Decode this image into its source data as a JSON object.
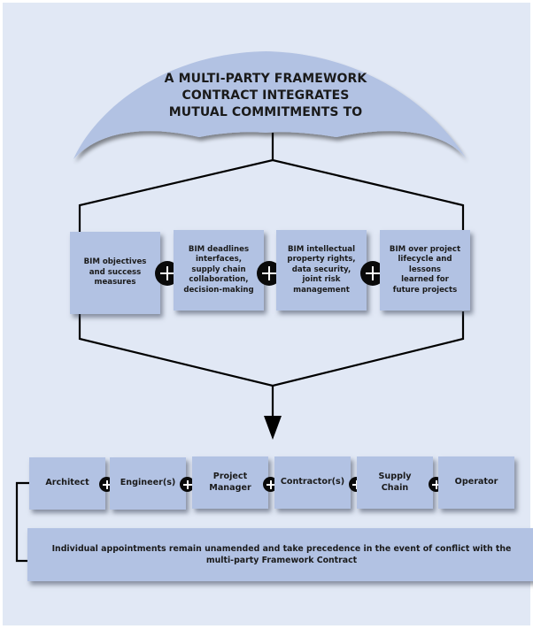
{
  "umbrella": {
    "title": "A MULTI-PARTY FRAMEWORK\nCONTRACT INTEGRATES\nMUTUAL COMMITMENTS TO"
  },
  "commitments": [
    {
      "label": "BIM objectives\nand success\nmeasures"
    },
    {
      "label": "BIM deadlines\ninterfaces,\nsupply chain\ncollaboration,\ndecision-making"
    },
    {
      "label": "BIM intellectual\nproperty rights,\ndata security,\njoint risk\nmanagement"
    },
    {
      "label": "BIM over project\nlifecycle and\nlessons\nlearned for\nfuture projects"
    }
  ],
  "parties": [
    {
      "label": "Architect"
    },
    {
      "label": "Engineer(s)"
    },
    {
      "label": "Project\nManager"
    },
    {
      "label": "Contractor(s)"
    },
    {
      "label": "Supply\nChain"
    },
    {
      "label": "Operator"
    }
  ],
  "note": {
    "text": "Individual appointments remain unamended and take precedence in the event of conflict with the multi-party Framework Contract"
  },
  "icons": {
    "combine": "plus-icon",
    "flow": "arrow-down-icon"
  },
  "colors": {
    "background": "#e1e8f5",
    "box_fill": "#b2c2e3",
    "umbrella_fill": "#b2c2e3",
    "line": "#000000",
    "plus_circle": "#0a0a0a"
  }
}
